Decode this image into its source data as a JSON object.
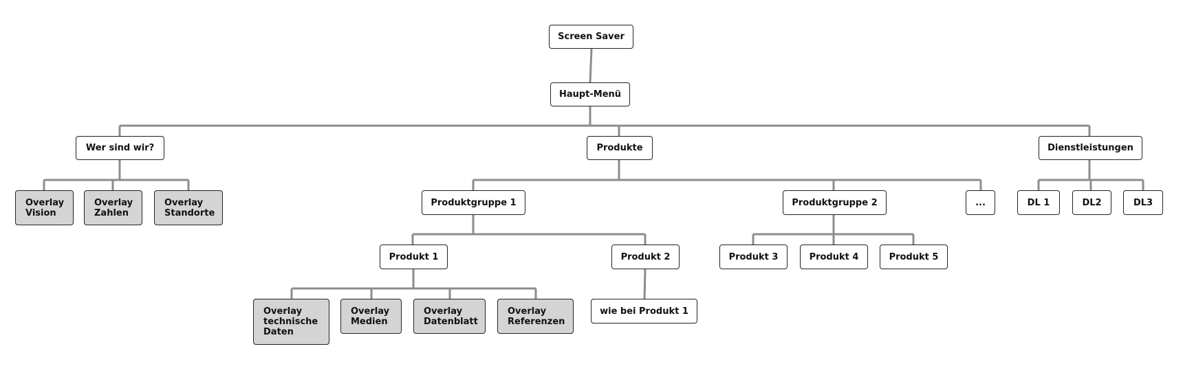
{
  "nodes": {
    "screen_saver": "Screen Saver",
    "haupt_menu": "Haupt-Menü",
    "wer_sind_wir": "Wer sind wir?",
    "produkte": "Produkte",
    "dienstleistungen": "Dienstleistungen",
    "overlay_vision": "Overlay\nVision",
    "overlay_zahlen": "Overlay\nZahlen",
    "overlay_standorte": "Overlay\nStandorte",
    "produktgruppe_1": "Produktgruppe 1",
    "produktgruppe_2": "Produktgruppe 2",
    "more": "...",
    "dl1": "DL 1",
    "dl2": "DL2",
    "dl3": "DL3",
    "produkt_1": "Produkt 1",
    "produkt_2": "Produkt 2",
    "produkt_3": "Produkt 3",
    "produkt_4": "Produkt 4",
    "produkt_5": "Produkt 5",
    "overlay_tech": "Overlay\ntechnische\nDaten",
    "overlay_medien": "Overlay\nMedien",
    "overlay_datenblatt": "Overlay\nDatenblatt",
    "overlay_referenzen": "Overlay\nReferenzen",
    "wie_bei": "wie bei Produkt 1"
  },
  "colors": {
    "line": "#8c8c8c",
    "border": "#222222",
    "overlay_fill": "#d4d4d4",
    "box_fill": "#ffffff"
  }
}
